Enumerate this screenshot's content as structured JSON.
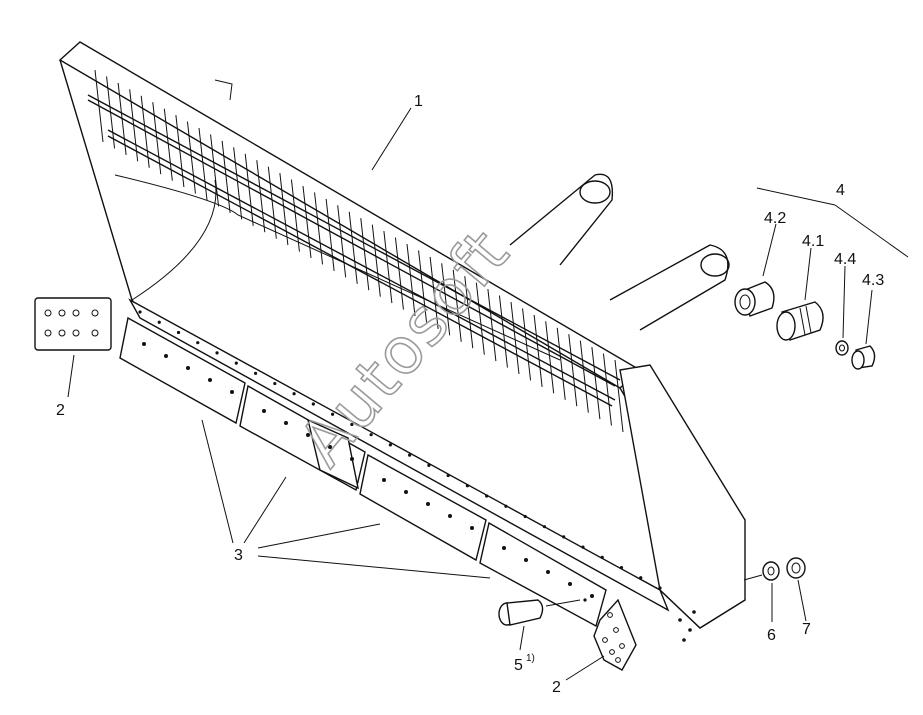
{
  "diagram": {
    "callouts": [
      {
        "id": "callout-1",
        "text": "1"
      },
      {
        "id": "callout-2-left",
        "text": "2"
      },
      {
        "id": "callout-2-bottom",
        "text": "2"
      },
      {
        "id": "callout-3",
        "text": "3"
      },
      {
        "id": "callout-4",
        "text": "4"
      },
      {
        "id": "callout-4-1",
        "text": "4.1"
      },
      {
        "id": "callout-4-2",
        "text": "4.2"
      },
      {
        "id": "callout-4-3",
        "text": "4.3"
      },
      {
        "id": "callout-4-4",
        "text": "4.4"
      },
      {
        "id": "callout-5",
        "text": "5"
      },
      {
        "id": "callout-5-note",
        "text": "1)"
      },
      {
        "id": "callout-6",
        "text": "6"
      },
      {
        "id": "callout-7",
        "text": "7"
      }
    ],
    "watermark": "Autosoft"
  }
}
